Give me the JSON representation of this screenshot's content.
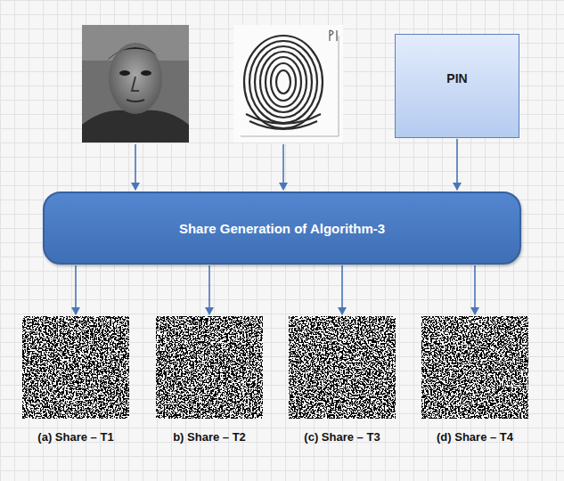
{
  "diagram": {
    "nodes": [
      {
        "text": [
          "PIN"
        ]
      },
      {
        "text": [
          "Share Generation of Algorithm-3"
        ]
      }
    ],
    "edges": [
      {
        "from": 0,
        "to": 1,
        "arrow": "to"
      }
    ],
    "labels": [
      "(a) Share – T1",
      "b) Share – T2",
      "(c) Share – T3",
      "(d) Share – T4"
    ]
  }
}
